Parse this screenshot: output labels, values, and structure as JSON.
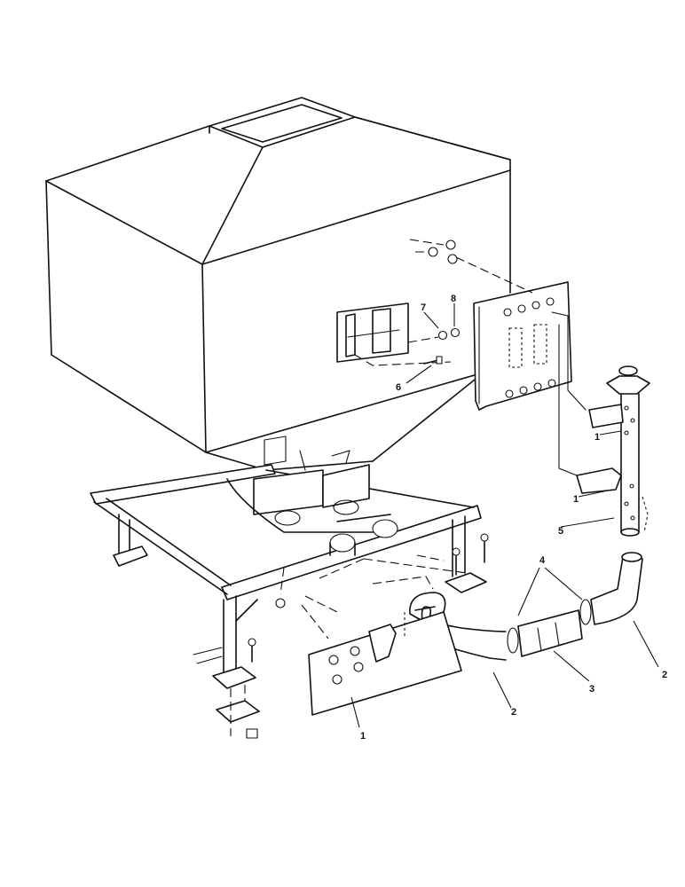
{
  "callouts": {
    "c1_left": "1",
    "c1_bracket_upper": "1",
    "c1_bracket_lower": "1",
    "c2_left": "2",
    "c2_right": "2",
    "c3": "3",
    "c4": "4",
    "c5": "5",
    "c6": "6",
    "c7": "7",
    "c8": "8"
  }
}
